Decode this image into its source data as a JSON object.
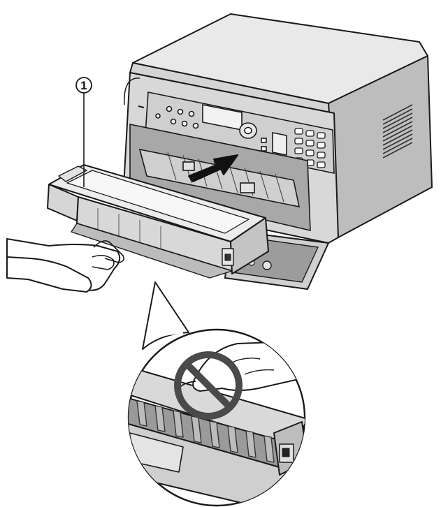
{
  "figure": {
    "callouts": [
      {
        "label": "1",
        "target": "toner-cartridge"
      }
    ],
    "symbols": {
      "arrow": "insert-direction-arrow",
      "prohibition": "do-not-touch-prohibition-icon"
    },
    "colors": {
      "line": "#1a1a1a",
      "shade_light": "#e6e6e6",
      "shade_mid": "#c8c8c8",
      "shade_dark": "#8c8c8c",
      "paper": "#ffffff"
    }
  }
}
